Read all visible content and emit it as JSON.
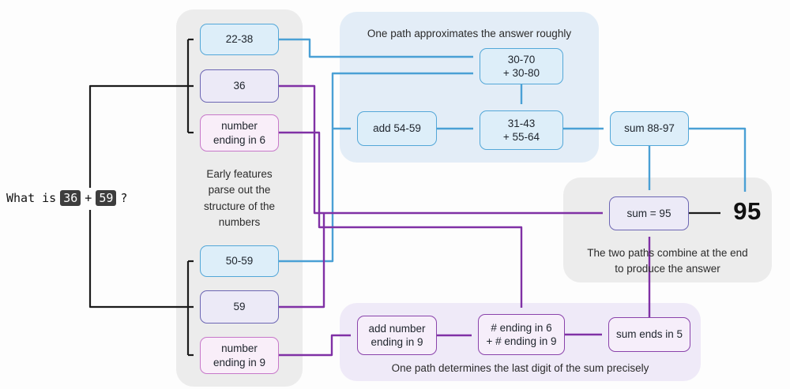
{
  "question": {
    "prefix": "What is",
    "operand1": "36",
    "operator": "+",
    "operand2": "59",
    "suffix": "?"
  },
  "panels": {
    "features": {
      "caption": "Early features\nparse out the\nstructure of the\nnumbers"
    },
    "approx": {
      "caption": "One path approximates the answer roughly"
    },
    "precise": {
      "caption": "One path determines the last digit of the sum precisely"
    },
    "combine": {
      "caption": "The two paths combine at the end\nto produce the answer"
    }
  },
  "nodes": {
    "r2238": {
      "label": "22-38"
    },
    "n36": {
      "label": "36"
    },
    "end6": {
      "label": "number\nending in 6"
    },
    "r5059": {
      "label": "50-59"
    },
    "n59": {
      "label": "59"
    },
    "end9": {
      "label": "number\nending in 9"
    },
    "add5459": {
      "label": "add 54-59"
    },
    "r3070": {
      "label": "30-70\n+ 30-80"
    },
    "r3143": {
      "label": "31-43\n+ 55-64"
    },
    "sum8897": {
      "label": "sum 88-97"
    },
    "sum95": {
      "label": "sum = 95"
    },
    "addend9": {
      "label": "add number\nending in 9"
    },
    "end6end9": {
      "label": "# ending in 6\n+ # ending in 9"
    },
    "sumends5": {
      "label": "sum ends in 5"
    },
    "output": {
      "label": "95"
    }
  },
  "edges": [
    {
      "from": "prompt",
      "to": "22-38",
      "color": "black"
    },
    {
      "from": "prompt",
      "to": "36",
      "color": "black"
    },
    {
      "from": "prompt",
      "to": "number ending in 6",
      "color": "black"
    },
    {
      "from": "prompt",
      "to": "50-59",
      "color": "black"
    },
    {
      "from": "prompt",
      "to": "59",
      "color": "black"
    },
    {
      "from": "prompt",
      "to": "number ending in 9",
      "color": "black"
    },
    {
      "from": "22-38",
      "to": "30-70 + 30-80",
      "color": "blue"
    },
    {
      "from": "50-59",
      "to": "30-70 + 30-80",
      "color": "blue"
    },
    {
      "from": "50-59",
      "to": "add 54-59",
      "color": "blue"
    },
    {
      "from": "30-70 + 30-80",
      "to": "31-43 + 55-64",
      "color": "blue"
    },
    {
      "from": "add 54-59",
      "to": "31-43 + 55-64",
      "color": "blue"
    },
    {
      "from": "31-43 + 55-64",
      "to": "sum 88-97",
      "color": "blue"
    },
    {
      "from": "sum 88-97",
      "to": "sum = 95",
      "color": "blue"
    },
    {
      "from": "sum 88-97",
      "to": "95",
      "color": "blue"
    },
    {
      "from": "36",
      "to": "sum = 95",
      "color": "purple"
    },
    {
      "from": "59",
      "to": "sum = 95",
      "color": "purple"
    },
    {
      "from": "number ending in 6",
      "to": "# ending in 6 + # ending in 9",
      "color": "purple"
    },
    {
      "from": "number ending in 9",
      "to": "add number ending in 9",
      "color": "purple"
    },
    {
      "from": "add number ending in 9",
      "to": "# ending in 6 + # ending in 9",
      "color": "purple"
    },
    {
      "from": "# ending in 6 + # ending in 9",
      "to": "sum ends in 5",
      "color": "purple"
    },
    {
      "from": "sum ends in 5",
      "to": "sum = 95",
      "color": "purple"
    },
    {
      "from": "sum = 95",
      "to": "95",
      "color": "black"
    }
  ],
  "colors": {
    "blue_edge": "#4aa0d5",
    "purple_edge": "#8031a5",
    "black_edge": "#1b1b1b",
    "blue_node_fill": "#ddeef9",
    "blue_node_border": "#53a7d8",
    "indigo_node_fill": "#eceaf7",
    "indigo_node_border": "#6c66b3",
    "pink_node_fill": "#f9eef9",
    "pink_node_border": "#c778c9",
    "purple_node_fill": "#f6eefa",
    "purple_node_border": "#8a43ab",
    "panel_gray": "#ececec",
    "panel_blue": "#e3edf7",
    "panel_lavender": "#efeaf8",
    "token_bg": "#3d3d3d"
  }
}
